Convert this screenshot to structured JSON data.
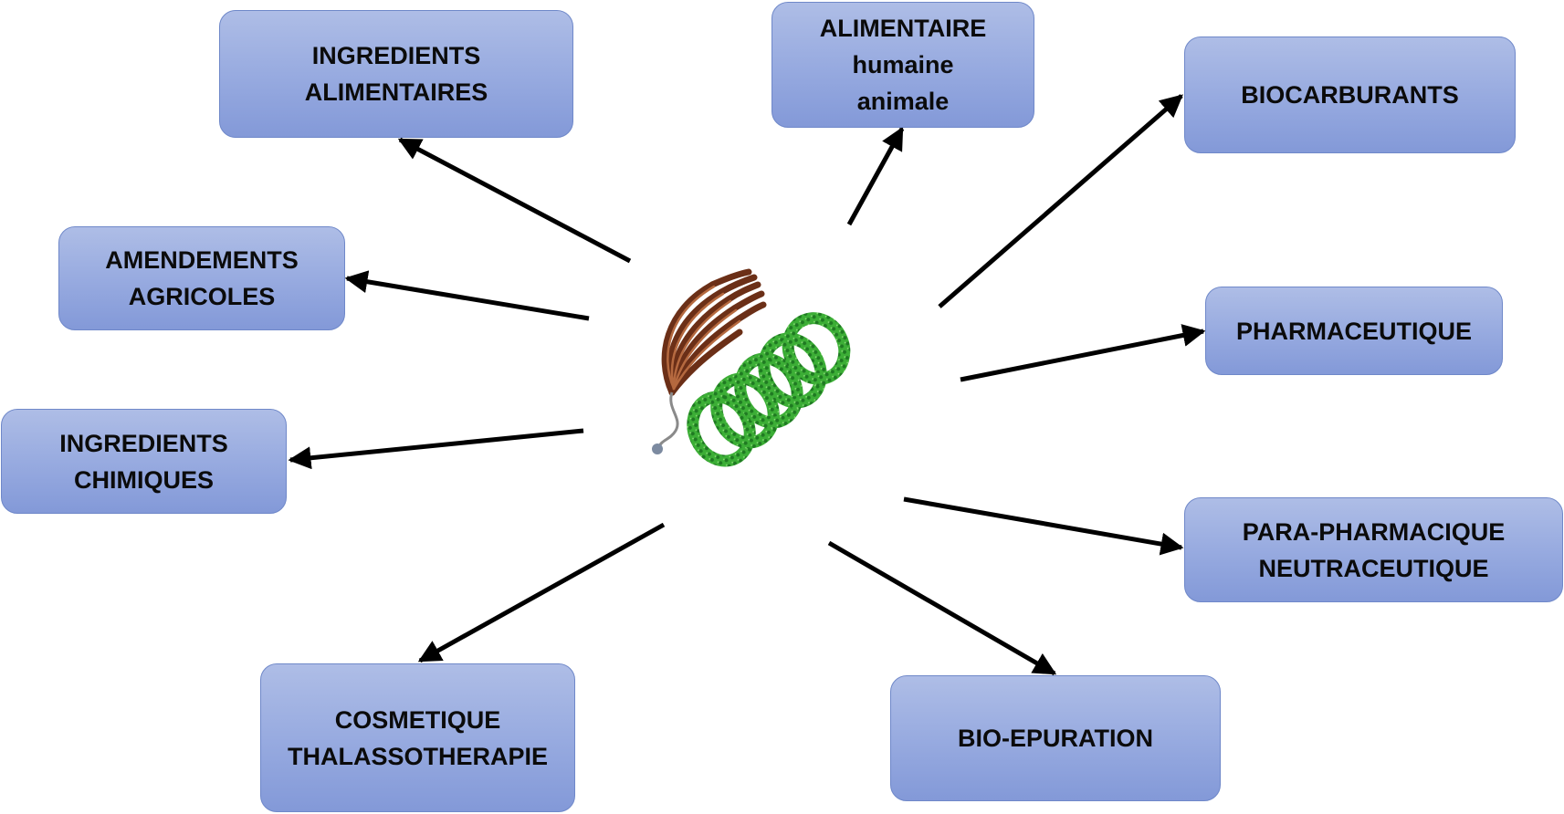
{
  "diagram": {
    "center": {
      "icon_brown": "brown-filamentous-alga-icon",
      "icon_green": "spiral-cyanobacteria-icon",
      "brown_color": "#7a3a1f",
      "green_color": "#2fa331"
    },
    "nodes": [
      {
        "id": "ingredients-alimentaires",
        "lines": [
          "INGREDIENTS",
          "ALIMENTAIRES"
        ]
      },
      {
        "id": "alimentaire",
        "lines": [
          "ALIMENTAIRE",
          "humaine",
          "animale"
        ]
      },
      {
        "id": "biocarburants",
        "lines": [
          "BIOCARBURANTS"
        ]
      },
      {
        "id": "amendements-agricoles",
        "lines": [
          "AMENDEMENTS",
          "AGRICOLES"
        ]
      },
      {
        "id": "pharmaceutique",
        "lines": [
          "PHARMACEUTIQUE"
        ]
      },
      {
        "id": "ingredients-chimiques",
        "lines": [
          "INGREDIENTS",
          "CHIMIQUES"
        ]
      },
      {
        "id": "para-pharmacique",
        "lines": [
          "PARA-PHARMACIQUE",
          "NEUTRACEUTIQUE"
        ]
      },
      {
        "id": "cosmetique",
        "lines": [
          "COSMETIQUE",
          "THALASSOTHERAPIE"
        ]
      },
      {
        "id": "bio-epuration",
        "lines": [
          "BIO-EPURATION"
        ]
      }
    ],
    "colors": {
      "box_top": "#aebde6",
      "box_bottom": "#8399d8",
      "box_border": "#6f88c9",
      "arrow": "#000000"
    }
  }
}
